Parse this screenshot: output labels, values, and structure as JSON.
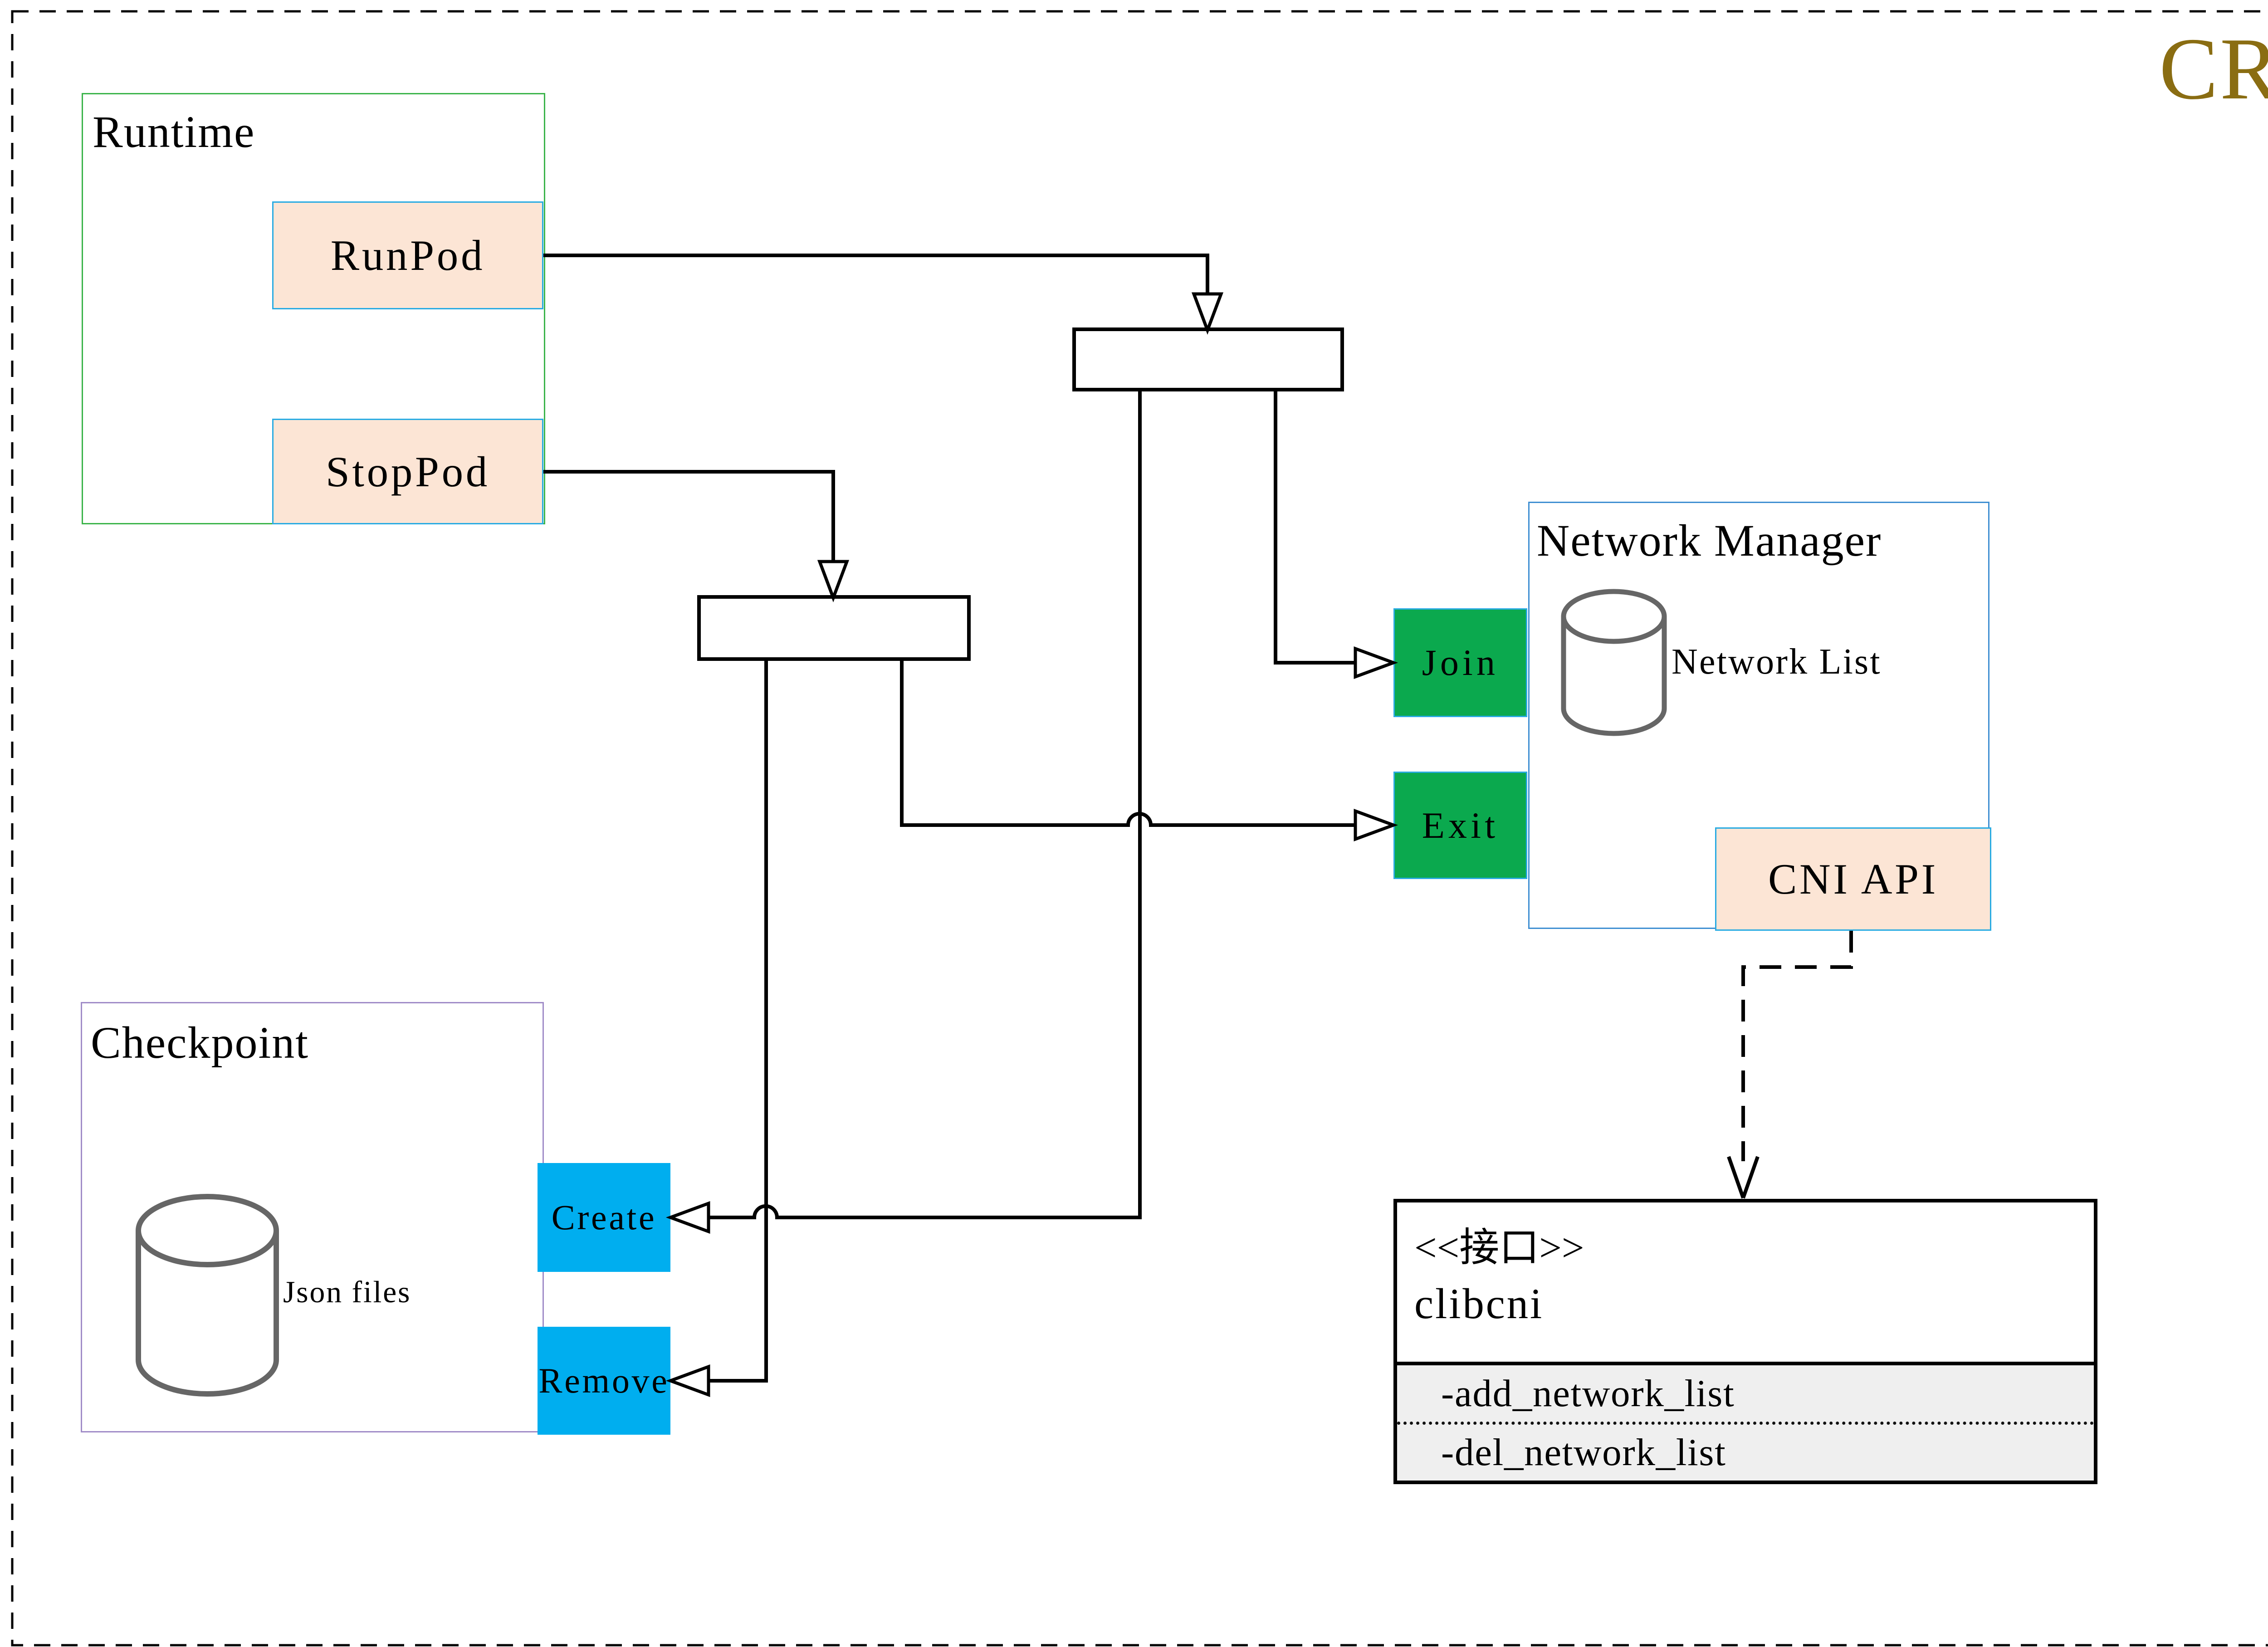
{
  "badge": {
    "text": "CRI"
  },
  "runtime": {
    "title": "Runtime",
    "runpod": "RunPod",
    "stoppod": "StopPod"
  },
  "checkpoint": {
    "title": "Checkpoint",
    "datastore": "Json files",
    "create": "Create",
    "remove": "Remove"
  },
  "network_manager": {
    "title": "Network Manager",
    "datastore": "Network List",
    "join": "Join",
    "exit": "Exit",
    "cni_api": "CNI API"
  },
  "clibcni": {
    "stereotype": "<<接口>>",
    "title": "clibcni",
    "methods": [
      "-add_network_list",
      "-del_network_list"
    ]
  },
  "colors": {
    "accent_gold": "#8a6d12",
    "runtime_border": "#3cb44b",
    "checkpoint_border": "#a08cc8",
    "nm_border": "#3f8fd2",
    "chip_border": "#29abe2",
    "peach": "#fce5d5",
    "green": "#0ba94e",
    "cyan": "#00aeef",
    "cylinder_stroke": "#666666",
    "section_bg": "#efefef"
  }
}
